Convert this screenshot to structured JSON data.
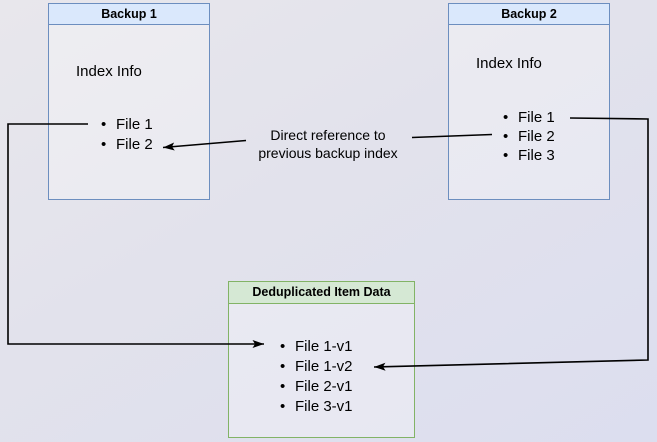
{
  "diagram": {
    "backup1": {
      "title": "Backup 1",
      "section_label": "Index Info",
      "files": [
        "File 1",
        "File 2"
      ]
    },
    "backup2": {
      "title": "Backup 2",
      "section_label": "Index Info",
      "files": [
        "File 1",
        "File 2",
        "File 3"
      ]
    },
    "dedup_store": {
      "title": "Deduplicated Item Data",
      "items": [
        "File 1-v1",
        "File 1-v2",
        "File 2-v1",
        "File 3-v1"
      ]
    },
    "annotation": {
      "line1": "Direct reference to",
      "line2": "previous backup index"
    },
    "colors": {
      "backup_box_border": "#6c8ebf",
      "backup_box_header_fill": "#dae8fc",
      "dedup_box_border": "#82b366",
      "dedup_box_header_fill": "#d5e8d4",
      "connector": "#000000"
    }
  }
}
